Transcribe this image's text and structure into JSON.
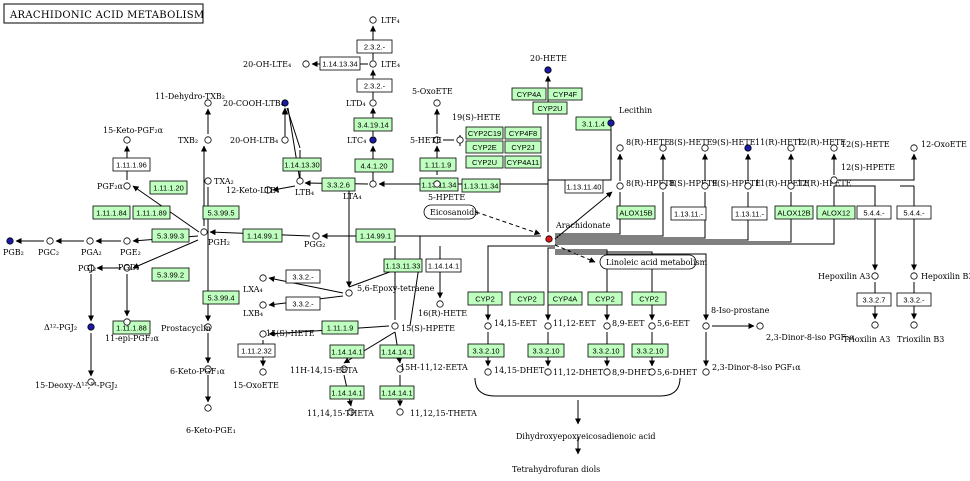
{
  "title": "ARACHIDONIC ACID METABOLISM",
  "colors": {
    "enzyme_found_fill": "#bfffbf",
    "enzyme_fill": "#ffffff",
    "enzyme_stroke": "#000000",
    "compound_fill": "#ffffff",
    "compound_highlight_blue": "#1a1aa8",
    "compound_highlight_red": "#e01818",
    "edge": "#000000"
  },
  "enzymes": [
    {
      "id": "e1",
      "label": "2.3.2.-",
      "found": false
    },
    {
      "id": "e2",
      "label": "1.14.13.34",
      "found": false
    },
    {
      "id": "e3",
      "label": "2.3.2.-",
      "found": false
    },
    {
      "id": "e4",
      "label": "3.4.19.14",
      "found": true
    },
    {
      "id": "e5",
      "label": "4.4.1.20",
      "found": true
    },
    {
      "id": "e6",
      "label": "1.14.13.30",
      "found": true
    },
    {
      "id": "e7",
      "label": "3.3.2.6",
      "found": true
    },
    {
      "id": "e8",
      "label": "1.11.1.9",
      "found": true
    },
    {
      "id": "e9",
      "label": "1.13.11.34",
      "found": true
    },
    {
      "id": "e10",
      "label": "1.13.11.34",
      "found": true
    },
    {
      "id": "e11",
      "label": "1.13.11.40",
      "found": false
    },
    {
      "id": "e12",
      "label": "ALOX15B",
      "found": true
    },
    {
      "id": "e13",
      "label": "1.13.11.-",
      "found": false
    },
    {
      "id": "e14",
      "label": "1.13.11.-",
      "found": false
    },
    {
      "id": "e15",
      "label": "ALOX12B",
      "found": true
    },
    {
      "id": "e16",
      "label": "ALOX12",
      "found": true
    },
    {
      "id": "e17",
      "label": "5.4.4.-",
      "found": false
    },
    {
      "id": "e18",
      "label": "5.4.4.-",
      "found": false
    },
    {
      "id": "e19",
      "label": "CYP4A",
      "found": true
    },
    {
      "id": "e20",
      "label": "CYP4F",
      "found": true
    },
    {
      "id": "e21",
      "label": "CYP2U",
      "found": true
    },
    {
      "id": "e22",
      "label": "CYP2C19",
      "found": true
    },
    {
      "id": "e23",
      "label": "CYP4F8",
      "found": true
    },
    {
      "id": "e24",
      "label": "CYP2E",
      "found": true
    },
    {
      "id": "e25",
      "label": "CYP2J",
      "found": true
    },
    {
      "id": "e26",
      "label": "CYP2U",
      "found": true
    },
    {
      "id": "e27",
      "label": "CYP4A11",
      "found": true
    },
    {
      "id": "e28",
      "label": "3.1.1.4",
      "found": true
    },
    {
      "id": "e29",
      "label": "1.11.1.96",
      "found": false
    },
    {
      "id": "e30",
      "label": "1.11.1.20",
      "found": true
    },
    {
      "id": "e31",
      "label": "1.11.1.84",
      "found": true
    },
    {
      "id": "e32",
      "label": "1.11.1.89",
      "found": true
    },
    {
      "id": "e33",
      "label": "5.3.99.5",
      "found": true
    },
    {
      "id": "e34",
      "label": "5.3.99.3",
      "found": true
    },
    {
      "id": "e35",
      "label": "1.14.99.1",
      "found": true
    },
    {
      "id": "e36",
      "label": "1.14.99.1",
      "found": true
    },
    {
      "id": "e37",
      "label": "5.3.99.2",
      "found": true
    },
    {
      "id": "e38",
      "label": "5.3.99.4",
      "found": true
    },
    {
      "id": "e39",
      "label": "1.11.1.88",
      "found": true
    },
    {
      "id": "e40",
      "label": "1.13.11.33",
      "found": true
    },
    {
      "id": "e41",
      "label": "1.14.14.1",
      "found": false
    },
    {
      "id": "e42",
      "label": "3.3.2.-",
      "found": false
    },
    {
      "id": "e43",
      "label": "3.3.2.-",
      "found": false
    },
    {
      "id": "e44",
      "label": "1.11.1.9",
      "found": true
    },
    {
      "id": "e45",
      "label": "1.11.2.32",
      "found": false
    },
    {
      "id": "e46",
      "label": "1.14.14.1",
      "found": true
    },
    {
      "id": "e47",
      "label": "1.14.14.1",
      "found": true
    },
    {
      "id": "e48",
      "label": "1.14.14.1",
      "found": true
    },
    {
      "id": "e49",
      "label": "1.14.14.1",
      "found": true
    },
    {
      "id": "e50",
      "label": "CYP2",
      "found": true
    },
    {
      "id": "e51",
      "label": "CYP2",
      "found": true
    },
    {
      "id": "e52",
      "label": "CYP4A",
      "found": true
    },
    {
      "id": "e53",
      "label": "CYP2",
      "found": true
    },
    {
      "id": "e54",
      "label": "CYP2",
      "found": true
    },
    {
      "id": "e55",
      "label": "3.3.2.10",
      "found": true
    },
    {
      "id": "e56",
      "label": "3.3.2.10",
      "found": true
    },
    {
      "id": "e57",
      "label": "3.3.2.10",
      "found": true
    },
    {
      "id": "e58",
      "label": "3.3.2.10",
      "found": true
    },
    {
      "id": "e59",
      "label": "3.3.2.7",
      "found": false
    },
    {
      "id": "e60",
      "label": "3.3.2.-",
      "found": false
    }
  ],
  "compounds": [
    {
      "id": "ltf4",
      "label": "LTF₄",
      "color": "white"
    },
    {
      "id": "lte4",
      "label": "LTE₄",
      "color": "white"
    },
    {
      "id": "ohlte4",
      "label": "20-OH-LTE₄",
      "color": "white"
    },
    {
      "id": "ltd4",
      "label": "LTD₄",
      "color": "white"
    },
    {
      "id": "ltc4",
      "label": "LTC₄",
      "color": "blue"
    },
    {
      "id": "cooh",
      "label": "20-COOH-LTB₄",
      "color": "blue"
    },
    {
      "id": "ohltb4",
      "label": "20-OH-LTB₄",
      "color": "white"
    },
    {
      "id": "ltb4",
      "label": "LTB₄",
      "color": "white"
    },
    {
      "id": "ketoltb4",
      "label": "12-Keto-LTB₄",
      "color": "white"
    },
    {
      "id": "lta4",
      "label": "LTA₄",
      "color": "white"
    },
    {
      "id": "oxoete5",
      "label": "5-OxoETE",
      "color": "white"
    },
    {
      "id": "hete5",
      "label": "5-HETE",
      "color": "white"
    },
    {
      "id": "hete19",
      "label": "19(S)-HETE",
      "color": "white"
    },
    {
      "id": "hpete5",
      "label": "5-HPETE",
      "color": "white"
    },
    {
      "id": "hete20",
      "label": "20-HETE",
      "color": "blue"
    },
    {
      "id": "lecithin",
      "label": "Lecithin",
      "color": "blue"
    },
    {
      "id": "arach",
      "label": "Arachidonate",
      "color": "red"
    },
    {
      "id": "eicos",
      "label": "Eicosanoids",
      "color": "white"
    },
    {
      "id": "linol",
      "label": "Linoleic acid metabolism",
      "color": "white"
    },
    {
      "id": "hete8r",
      "label": "8(R)-HETE",
      "color": "white"
    },
    {
      "id": "hete8s",
      "label": "8(S)-HETE",
      "color": "white"
    },
    {
      "id": "hete9s",
      "label": "9(S)-HETE",
      "color": "white"
    },
    {
      "id": "hete11r",
      "label": "11(R)-HETE",
      "color": "blue"
    },
    {
      "id": "hete12r",
      "label": "12(R)-HETE",
      "color": "white"
    },
    {
      "id": "hete12s",
      "label": "12(S)-HETE",
      "color": "white"
    },
    {
      "id": "oxoete12",
      "label": "12-OxoETE",
      "color": "white"
    },
    {
      "id": "hpete8r",
      "label": "8(R)-HPETE",
      "color": "white"
    },
    {
      "id": "hpete8s",
      "label": "8(S)-HPETE",
      "color": "white"
    },
    {
      "id": "hpete9s",
      "label": "9(S)-HPETE",
      "color": "white"
    },
    {
      "id": "hpete11r",
      "label": "11(R)-HPETE",
      "color": "white"
    },
    {
      "id": "hpete12r",
      "label": "12(R)-HPETE",
      "color": "white"
    },
    {
      "id": "hpete12s",
      "label": "12(S)-HPETE",
      "color": "white"
    },
    {
      "id": "hxa3",
      "label": "Hepoxilin A3",
      "color": "white"
    },
    {
      "id": "hxb3",
      "label": "Hepoxilin B3",
      "color": "white"
    },
    {
      "id": "trxa3",
      "label": "Trioxilin A3",
      "color": "white"
    },
    {
      "id": "trxb3",
      "label": "Trioxilin B3",
      "color": "white"
    },
    {
      "id": "dehydro",
      "label": "11-Dehydro-TXB₂",
      "color": "white"
    },
    {
      "id": "txb2",
      "label": "TXB₂",
      "color": "white"
    },
    {
      "id": "txa2",
      "label": "TXA₂",
      "color": "white"
    },
    {
      "id": "ketopgf",
      "label": "15-Keto-PGF₂α",
      "color": "white"
    },
    {
      "id": "pgf2a",
      "label": "PGF₂α",
      "color": "white"
    },
    {
      "id": "pgb2",
      "label": "PGB₂",
      "color": "blue"
    },
    {
      "id": "pgc2",
      "label": "PGC₂",
      "color": "white"
    },
    {
      "id": "pga2",
      "label": "PGA₂",
      "color": "white"
    },
    {
      "id": "pge2",
      "label": "PGE₂",
      "color": "white"
    },
    {
      "id": "pgh2",
      "label": "PGH₂",
      "color": "white"
    },
    {
      "id": "pgg2",
      "label": "PGG₂",
      "color": "white"
    },
    {
      "id": "pgj2",
      "label": "PGJ₂",
      "color": "white"
    },
    {
      "id": "pgd2",
      "label": "PGD₂",
      "color": "white"
    },
    {
      "id": "d12pgj2",
      "label": "Δ¹²-PGJ₂",
      "color": "blue"
    },
    {
      "id": "epipgf",
      "label": "11-epi-PGF₂α",
      "color": "white"
    },
    {
      "id": "deoxy",
      "label": "15-Deoxy-Δ¹²,¹⁴-PGJ₂",
      "color": "white"
    },
    {
      "id": "prostacyclin",
      "label": "Prostacyclin",
      "color": "white"
    },
    {
      "id": "ketopgf1a",
      "label": "6-Keto-PGF₁α",
      "color": "white"
    },
    {
      "id": "ketopge1",
      "label": "6-Keto-PGE₁",
      "color": "white"
    },
    {
      "id": "lxa4",
      "label": "LXA₄",
      "color": "white"
    },
    {
      "id": "lxb4",
      "label": "LXB₄",
      "color": "white"
    },
    {
      "id": "epoxy56",
      "label": "5,6-Epoxy-tetraene",
      "color": "white"
    },
    {
      "id": "hete15s",
      "label": "15(S)-HETE",
      "color": "white"
    },
    {
      "id": "oxoete15",
      "label": "15-OxoETE",
      "color": "white"
    },
    {
      "id": "hpete15s",
      "label": "15(S)-HPETE",
      "color": "white"
    },
    {
      "id": "hete16r",
      "label": "16(R)-HETE",
      "color": "white"
    },
    {
      "id": "eeta1415",
      "label": "11H-14,15-EETA",
      "color": "white"
    },
    {
      "id": "eeta1112",
      "label": "15H-11,12-EETA",
      "color": "white"
    },
    {
      "id": "theta1",
      "label": "11,14,15-THETA",
      "color": "white"
    },
    {
      "id": "theta2",
      "label": "11,12,15-THETA",
      "color": "white"
    },
    {
      "id": "eet1415",
      "label": "14,15-EET",
      "color": "white"
    },
    {
      "id": "eet1112",
      "label": "11,12-EET",
      "color": "white"
    },
    {
      "id": "eet89",
      "label": "8,9-EET",
      "color": "white"
    },
    {
      "id": "eet56",
      "label": "5,6-EET",
      "color": "white"
    },
    {
      "id": "dhet1415",
      "label": "14,15-DHET",
      "color": "white"
    },
    {
      "id": "dhet1112",
      "label": "11,12-DHET",
      "color": "white"
    },
    {
      "id": "dhet89",
      "label": "8,9-DHET",
      "color": "white"
    },
    {
      "id": "dhet56",
      "label": "5,6-DHET",
      "color": "white"
    },
    {
      "id": "isopros",
      "label": "8-Iso-prostane",
      "color": "white"
    },
    {
      "id": "dinor1",
      "label": "2,3-Dinor-8-iso PGF₂α",
      "color": "white"
    },
    {
      "id": "dinor2",
      "label": "2,3-Dinor-8-iso PGF₁α",
      "color": "white"
    },
    {
      "id": "dhydroxy",
      "label": "Dihydroxyepoxyeicosadienoic acid",
      "color": "white"
    },
    {
      "id": "thf",
      "label": "Tetrahydrofuran diols",
      "color": "white"
    }
  ]
}
